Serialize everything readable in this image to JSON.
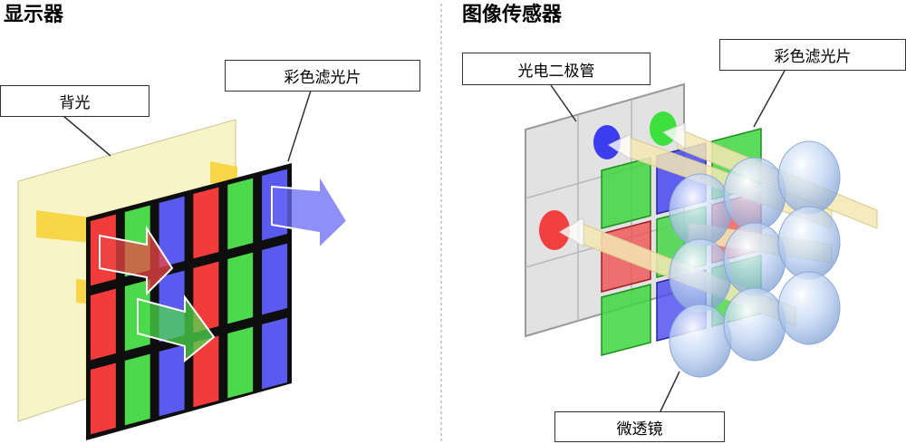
{
  "left_panel": {
    "title": "显示器",
    "labels": {
      "backlight": "背光",
      "color_filter": "彩色滤光片"
    }
  },
  "right_panel": {
    "title": "图像传感器",
    "labels": {
      "photodiode": "光电二极管",
      "color_filter": "彩色滤光片",
      "microlens": "微透镜"
    }
  },
  "colors": {
    "red": "#f23c3c",
    "green": "#4cd94c",
    "blue": "#5a5af0",
    "backlight": "#f8f4c8",
    "sensor_gray": "#e2e2e2",
    "lens": "#a8c4ec",
    "light_beam": "#f3e8b4"
  }
}
